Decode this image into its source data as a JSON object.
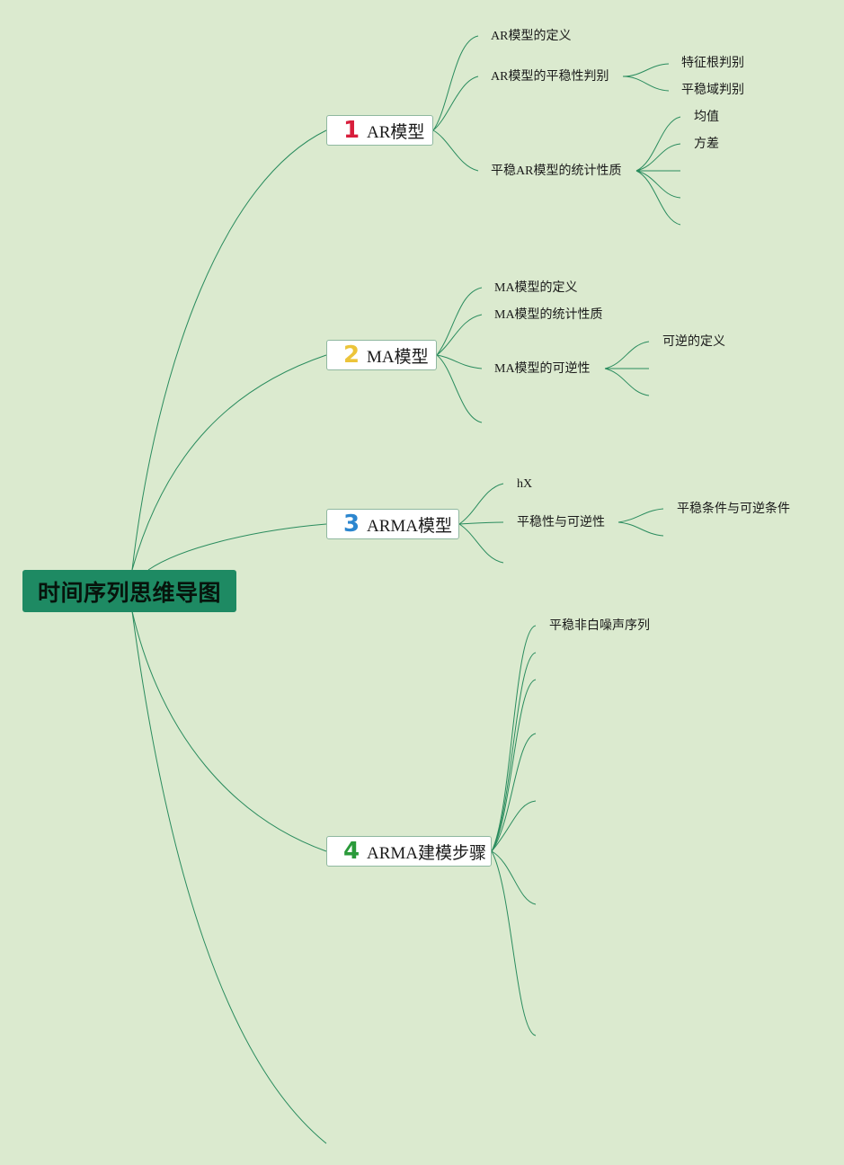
{
  "colors": {
    "background": "#dbeacf",
    "root": "#1e8a63",
    "line": "#2a8c5e"
  },
  "root": {
    "title": "时间序列思维导图"
  },
  "branches": [
    {
      "number": "1",
      "number_color": "#d81e3c",
      "label": "AR模型",
      "children": [
        "AR模型的定义",
        "AR模型的平稳性判别",
        "平稳AR模型的统计性质"
      ],
      "grandchildren": {
        "stationarity": [
          "特征根判别",
          "平稳域判别"
        ],
        "statistics": [
          "均值",
          "方差"
        ]
      }
    },
    {
      "number": "2",
      "number_color": "#ecc43a",
      "label": "MA模型",
      "children": [
        "MA模型的定义",
        "MA模型的统计性质",
        "MA模型的可逆性"
      ],
      "grandchildren": {
        "invertibility": [
          "可逆的定义"
        ]
      }
    },
    {
      "number": "3",
      "number_color": "#2c86cf",
      "label": "ARMA模型",
      "children": [
        "hX",
        "平稳性与可逆性"
      ],
      "grandchildren": {
        "stationarity": [
          "平稳条件与可逆条件"
        ]
      }
    },
    {
      "number": "4",
      "number_color": "#2a9a3a",
      "label": "ARMA建模步骤",
      "children": [
        "平稳非白噪声序列"
      ]
    }
  ]
}
